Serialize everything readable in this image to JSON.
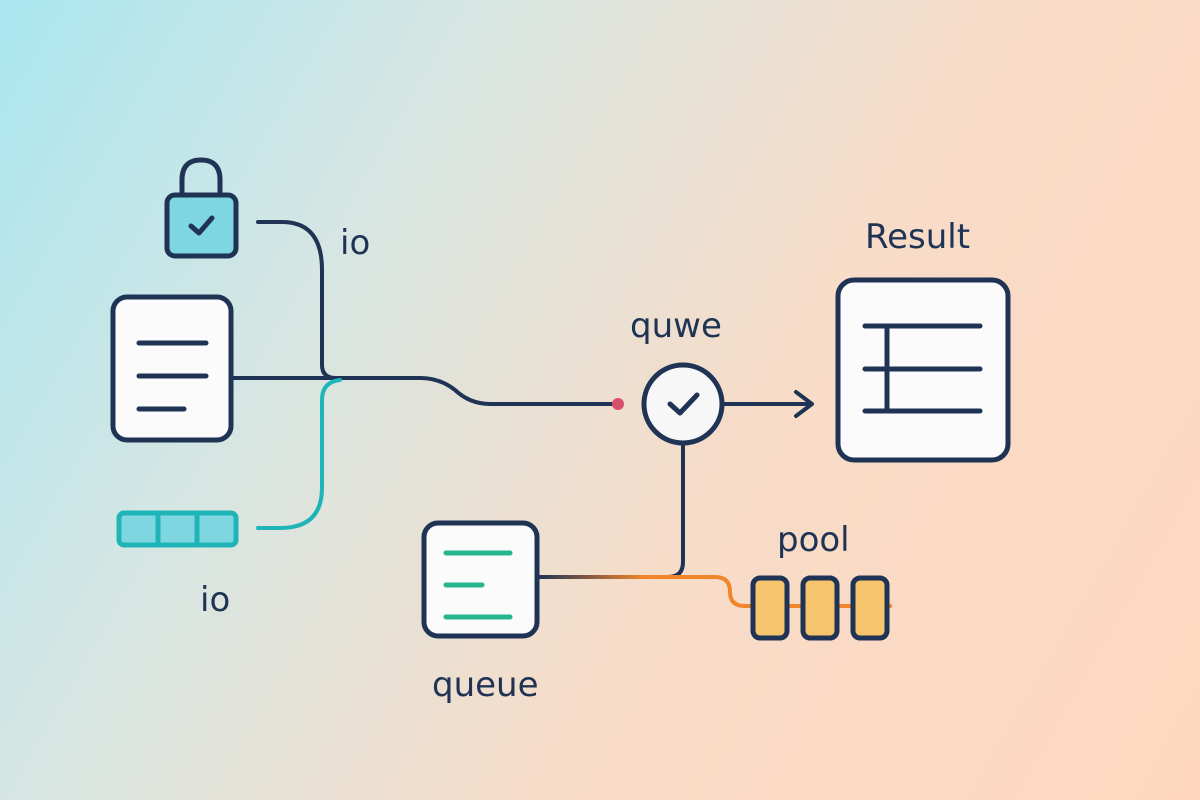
{
  "labels": {
    "io_top": "io",
    "io_bottom": "io",
    "merge": "quwe",
    "result": "Result",
    "pool": "pool",
    "queue": "queue"
  },
  "colors": {
    "navy": "#1f3355",
    "teal": "#1fb5b8",
    "teal_fill": "#7dd6e0",
    "green": "#26b58e",
    "orange": "#f0852a",
    "amber_fill": "#f7c46e",
    "red_dot": "#d9506a",
    "card_fill": "#fbfbfb"
  },
  "icons": {
    "lock": "lock-icon",
    "document": "document-icon",
    "storage": "storage-bar-icon",
    "check": "check-circle-icon",
    "result": "table-icon",
    "queue": "list-icon",
    "pool": "pool-slots-icon"
  }
}
